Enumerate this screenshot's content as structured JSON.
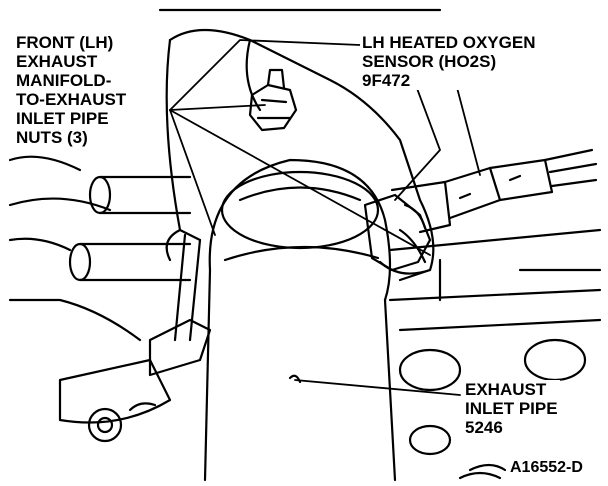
{
  "callouts": {
    "manifold_nuts": {
      "lines": [
        "FRONT (LH)",
        "EXHAUST",
        "MANIFOLD-",
        "TO-EXHAUST",
        "INLET PIPE",
        "NUTS (3)"
      ]
    },
    "oxygen_sensor": {
      "lines": [
        "LH HEATED OXYGEN",
        "SENSOR (HO2S)",
        "9F472"
      ]
    },
    "inlet_pipe": {
      "lines": [
        "EXHAUST",
        "INLET PIPE",
        "5246"
      ]
    }
  },
  "figure_id": "A16552-D"
}
